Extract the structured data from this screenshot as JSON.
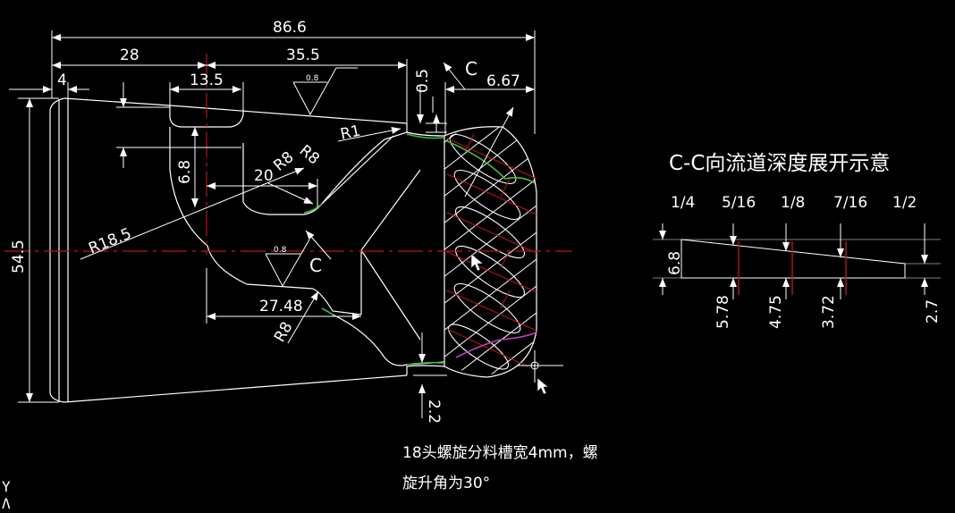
{
  "drawing": {
    "dimensions": {
      "overall_length": "86.6",
      "length_28": "28",
      "length_35_5": "35.5",
      "length_4": "4",
      "length_13_5": "13.5",
      "gap_0_5": "0.5",
      "length_6_67": "6.67",
      "height_54_5": "54.5",
      "height_6_8": "6.8",
      "length_20": "20",
      "length_27_48": "27.48",
      "gap_2_2": "2.2",
      "radius_R1": "R1",
      "radius_R8_top_a": "R8",
      "radius_R8_top_b": "R8",
      "radius_R8_bottom": "R8",
      "radius_R18_5": "R18.5",
      "roughness_top": "0.8",
      "roughness_mid": "0.8"
    },
    "section_labels": {
      "top": "C",
      "middle": "C"
    },
    "note_lines": [
      "18头螺旋分料槽宽4mm，螺",
      "旋升角为30°"
    ],
    "ucs": {
      "y": "Y",
      "arrow": "Λ"
    }
  },
  "section_cc": {
    "title": "C-C向流道深度展开示意",
    "fractions": [
      "1/4",
      "5/16",
      "1/8",
      "7/16",
      "1/2"
    ],
    "depths": [
      "6.8",
      "5.78",
      "4.75",
      "3.72",
      "2.7"
    ]
  },
  "colors": {
    "background": "#000000",
    "line": "#ffffff",
    "centerline": "#c0101a",
    "accent_green": "#3fbf3f",
    "accent_magenta": "#c040c0"
  }
}
